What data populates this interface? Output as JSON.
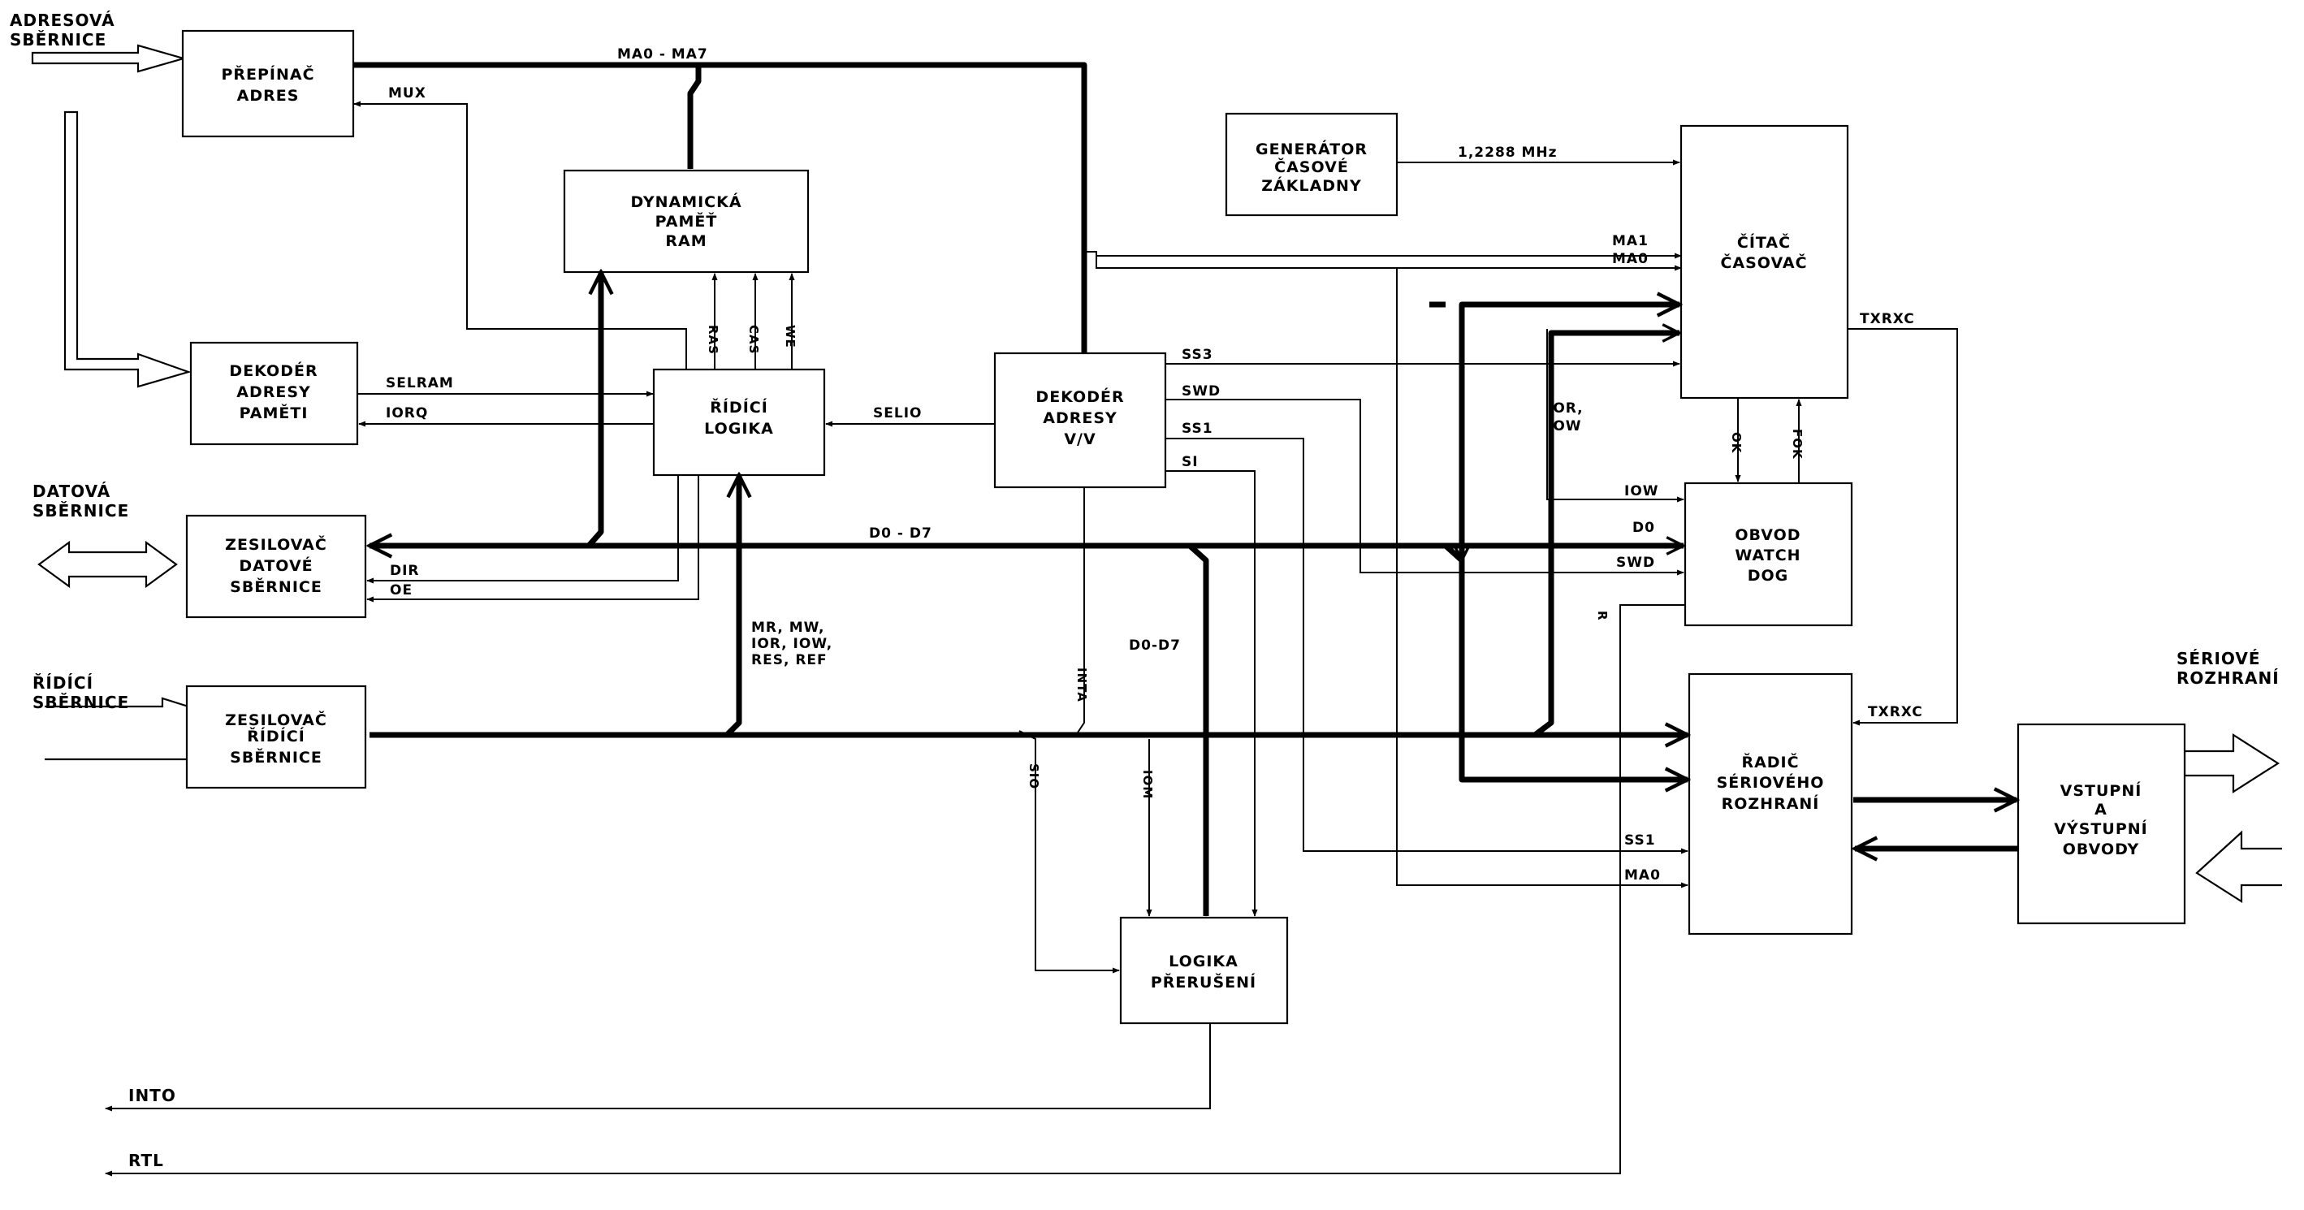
{
  "blocks": {
    "prepinac": [
      "PŘEPÍNAČ",
      "ADRES"
    ],
    "pamet": [
      "DYNAMICKÁ",
      "PAMĚŤ",
      "RAM"
    ],
    "dekoder_pameti": [
      "DEKODÉR",
      "ADRESY",
      "PAMĚTI"
    ],
    "ridici_logika": [
      "ŘÍDÍCÍ",
      "LOGIKA"
    ],
    "dekoder_vv": [
      "DEKODÉR",
      "ADRESY",
      "V/V"
    ],
    "zesilovac_dat": [
      "ZESILOVAČ",
      "DATOVÉ",
      "SBĚRNICE"
    ],
    "zesilovac_rid": [
      "ZESILOVAČ",
      "ŘÍDÍCÍ",
      "SBĚRNICE"
    ],
    "logika_preruseni": [
      "LOGIKA",
      "PŘERUŠENÍ"
    ],
    "generator": [
      "GENERÁTOR",
      "ČASOVÉ",
      "ZÁKLADNY"
    ],
    "citac": [
      "ČÍTAČ",
      "ČASOVAČ"
    ],
    "watchdog": [
      "OBVOD",
      "WATCH",
      "DOG"
    ],
    "radic": [
      "ŘADIČ",
      "SÉRIOVÉHO",
      "ROZHRANÍ"
    ],
    "vstupni": [
      "VSTUPNÍ",
      "A",
      "VÝSTUPNÍ",
      "OBVODY"
    ]
  },
  "external": {
    "adresova": [
      "ADRESOVÁ",
      "SBĚRNICE"
    ],
    "datova": [
      "DATOVÁ",
      "SBĚRNICE"
    ],
    "ridici": [
      "ŘÍDÍCÍ",
      "SBĚRNICE"
    ],
    "seriove": [
      "SÉRIOVÉ",
      "ROZHRANÍ"
    ],
    "into": "INTO",
    "rtl": "RTL"
  },
  "signals": {
    "ma0_ma7": "MA0 - MA7",
    "mux": "MUX",
    "selram": "SELRAM",
    "iorq": "IORQ",
    "selio": "SELIO",
    "d0_d7_bus": "D0 - D7",
    "d0_d7": "D0-D7",
    "dir": "DIR",
    "oe": "OE",
    "ctrl": [
      "MR, MW,",
      "IOR, IOW,",
      "RES, REF"
    ],
    "ras": "RAS",
    "cas": "CAS",
    "we": "WE",
    "ss3": "SS3",
    "swd": "SWD",
    "ss1": "SS1",
    "si": "SI",
    "inta": "INTA",
    "sio": "SIO",
    "iom": "IOM",
    "ma1": "MA1",
    "ma0": "MA0",
    "freq": "1,2288 MHz",
    "txrxc": "TXRXC",
    "ior_iow": [
      "IOR,",
      "IOW"
    ],
    "iow": "IOW",
    "d0": "D0",
    "swd2": "SWD",
    "ss1b": "SS1",
    "ma0b": "MA0",
    "ok": "OK",
    "fok": "FOK",
    "rst": "R"
  }
}
